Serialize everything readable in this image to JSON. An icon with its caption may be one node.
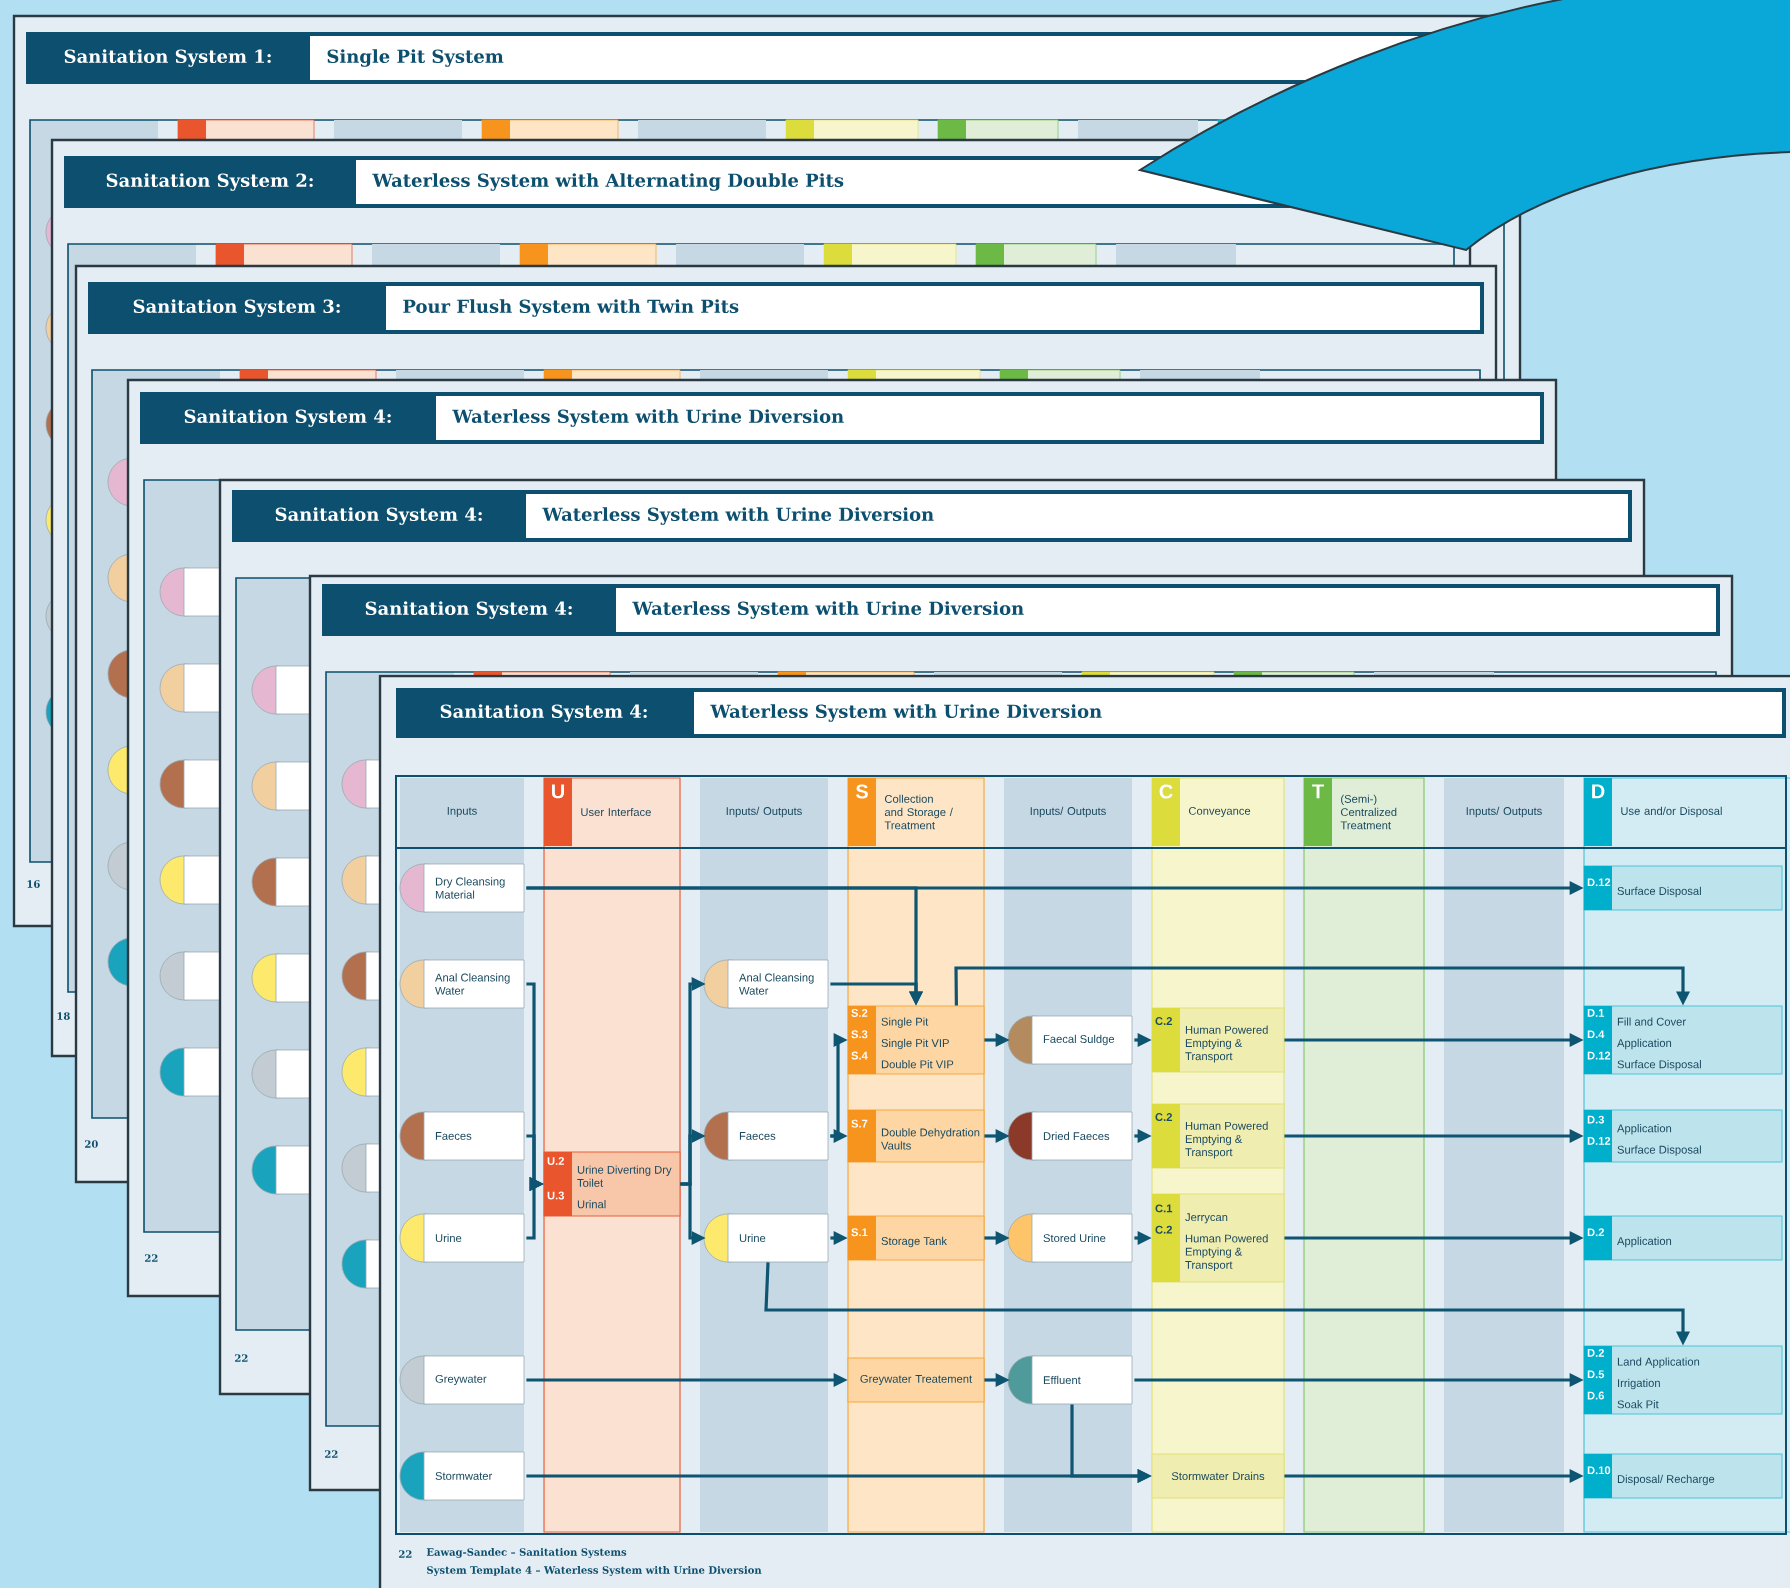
{
  "diagram": {
    "nodes": [
      {
        "text": [
          "Dry Cleansing Material"
        ]
      },
      {
        "text": [
          "Anal Cleansing Water"
        ]
      },
      {
        "text": [
          "Faeces"
        ]
      },
      {
        "text": [
          "Urine"
        ]
      },
      {
        "text": [
          "Greywater"
        ]
      },
      {
        "text": [
          "Stormwater"
        ]
      },
      {
        "text": [
          "U.2",
          "Urine Diverting Dry Toilet",
          "U.3",
          "Urinal"
        ]
      },
      {
        "text": [
          "Anal Cleansing Water"
        ]
      },
      {
        "text": [
          "Faeces"
        ]
      },
      {
        "text": [
          "Urine"
        ]
      },
      {
        "text": [
          "S.2",
          "Single Pit",
          "S.3",
          "Single Pit VIP",
          "S.4",
          "Double Pit VIP"
        ]
      },
      {
        "text": [
          "S.7",
          "Double Dehydration Vaults"
        ]
      },
      {
        "text": [
          "S.1",
          "Storage Tank"
        ]
      },
      {
        "text": [
          "Greywater Treatement"
        ]
      },
      {
        "text": [
          "Faecal Suldge"
        ]
      },
      {
        "text": [
          "Dried Faeces"
        ]
      },
      {
        "text": [
          "Stored Urine"
        ]
      },
      {
        "text": [
          "Effluent"
        ]
      },
      {
        "text": [
          "C.2",
          "Human Powered Emptying & Transport"
        ]
      },
      {
        "text": [
          "C.2",
          "Human Powered Emptying & Transport"
        ]
      },
      {
        "text": [
          "C.1",
          "Jerrycan",
          "C.2",
          "Human Powered Emptying & Transport"
        ]
      },
      {
        "text": [
          "Stormwater Drains"
        ]
      },
      {
        "text": [
          "D.12",
          "Surface Disposal"
        ]
      },
      {
        "text": [
          "D.1",
          "Fill and Cover",
          "D.4",
          "Application",
          "D.12",
          "Surface Disposal"
        ]
      },
      {
        "text": [
          "D.3",
          "Application",
          "D.12",
          "Surface Disposal"
        ]
      },
      {
        "text": [
          "D.2",
          "Application"
        ]
      },
      {
        "text": [
          "D.2",
          "Land Application",
          "D.5",
          "Irrigation",
          "D.6",
          "Soak Pit"
        ]
      },
      {
        "text": [
          "D.10",
          "Disposal/ Recharge"
        ]
      }
    ],
    "edges": [
      {
        "from": 0,
        "to": 22,
        "arrow": "to"
      },
      {
        "from": 0,
        "to": 10,
        "arrow": "to"
      },
      {
        "from": 1,
        "to": 6,
        "arrow": "to"
      },
      {
        "from": 2,
        "to": 6,
        "arrow": "to"
      },
      {
        "from": 3,
        "to": 6,
        "arrow": "to"
      },
      {
        "from": 6,
        "to": 7,
        "arrow": "to"
      },
      {
        "from": 6,
        "to": 8,
        "arrow": "to"
      },
      {
        "from": 6,
        "to": 9,
        "arrow": "to"
      },
      {
        "from": 7,
        "to": 10,
        "arrow": "to"
      },
      {
        "from": 8,
        "to": 10,
        "arrow": "to"
      },
      {
        "from": 8,
        "to": 11,
        "arrow": "to"
      },
      {
        "from": 9,
        "to": 12,
        "arrow": "to"
      },
      {
        "from": 9,
        "to": 26,
        "arrow": "to"
      },
      {
        "from": 10,
        "to": 14,
        "arrow": "to"
      },
      {
        "from": 10,
        "to": 23,
        "arrow": "to"
      },
      {
        "from": 11,
        "to": 15,
        "arrow": "to"
      },
      {
        "from": 12,
        "to": 16,
        "arrow": "to"
      },
      {
        "from": 14,
        "to": 18,
        "arrow": "to"
      },
      {
        "from": 15,
        "to": 19,
        "arrow": "to"
      },
      {
        "from": 16,
        "to": 20,
        "arrow": "to"
      },
      {
        "from": 18,
        "to": 23,
        "arrow": "to"
      },
      {
        "from": 19,
        "to": 24,
        "arrow": "to"
      },
      {
        "from": 20,
        "to": 25,
        "arrow": "to"
      },
      {
        "from": 4,
        "to": 13,
        "arrow": "to"
      },
      {
        "from": 13,
        "to": 17,
        "arrow": "to"
      },
      {
        "from": 17,
        "to": 26,
        "arrow": "to"
      },
      {
        "from": 17,
        "to": 21,
        "arrow": "to"
      },
      {
        "from": 5,
        "to": 21,
        "arrow": "to"
      },
      {
        "from": 21,
        "to": 27,
        "arrow": "to"
      }
    ],
    "labels": [
      "Sanitation System 1:",
      "Single Pit System",
      "Sanitation System 2:",
      "Waterless System with Alternating Double Pits",
      "Sanitation System 3:",
      "Pour Flush System with Twin Pits",
      "Sanitation System 4:",
      "Waterless System with Urine Diversion",
      "Sanitation System 4:",
      "Waterless System with Urine Diversion",
      "Sanitation System 4:",
      "Waterless System with Urine Diversion",
      "Sanitation System 4:",
      "Waterless System with Urine Diversion",
      "16",
      "18",
      "20",
      "22",
      "22",
      "22",
      "Inputs",
      "U",
      "User Interface",
      "Inputs/ Outputs",
      "S",
      "Collection and Storage / Treatment",
      "Inputs/ Outputs",
      "C",
      "Conveyance",
      "T",
      "(Semi-) Centralized Treatment",
      "Inputs/ Outputs",
      "D",
      "Use and/or Disposal",
      "22",
      "Eawag-Sandec – Sanitation Systems",
      "System Template 4 – Waterless System with Urine Diversion"
    ]
  }
}
